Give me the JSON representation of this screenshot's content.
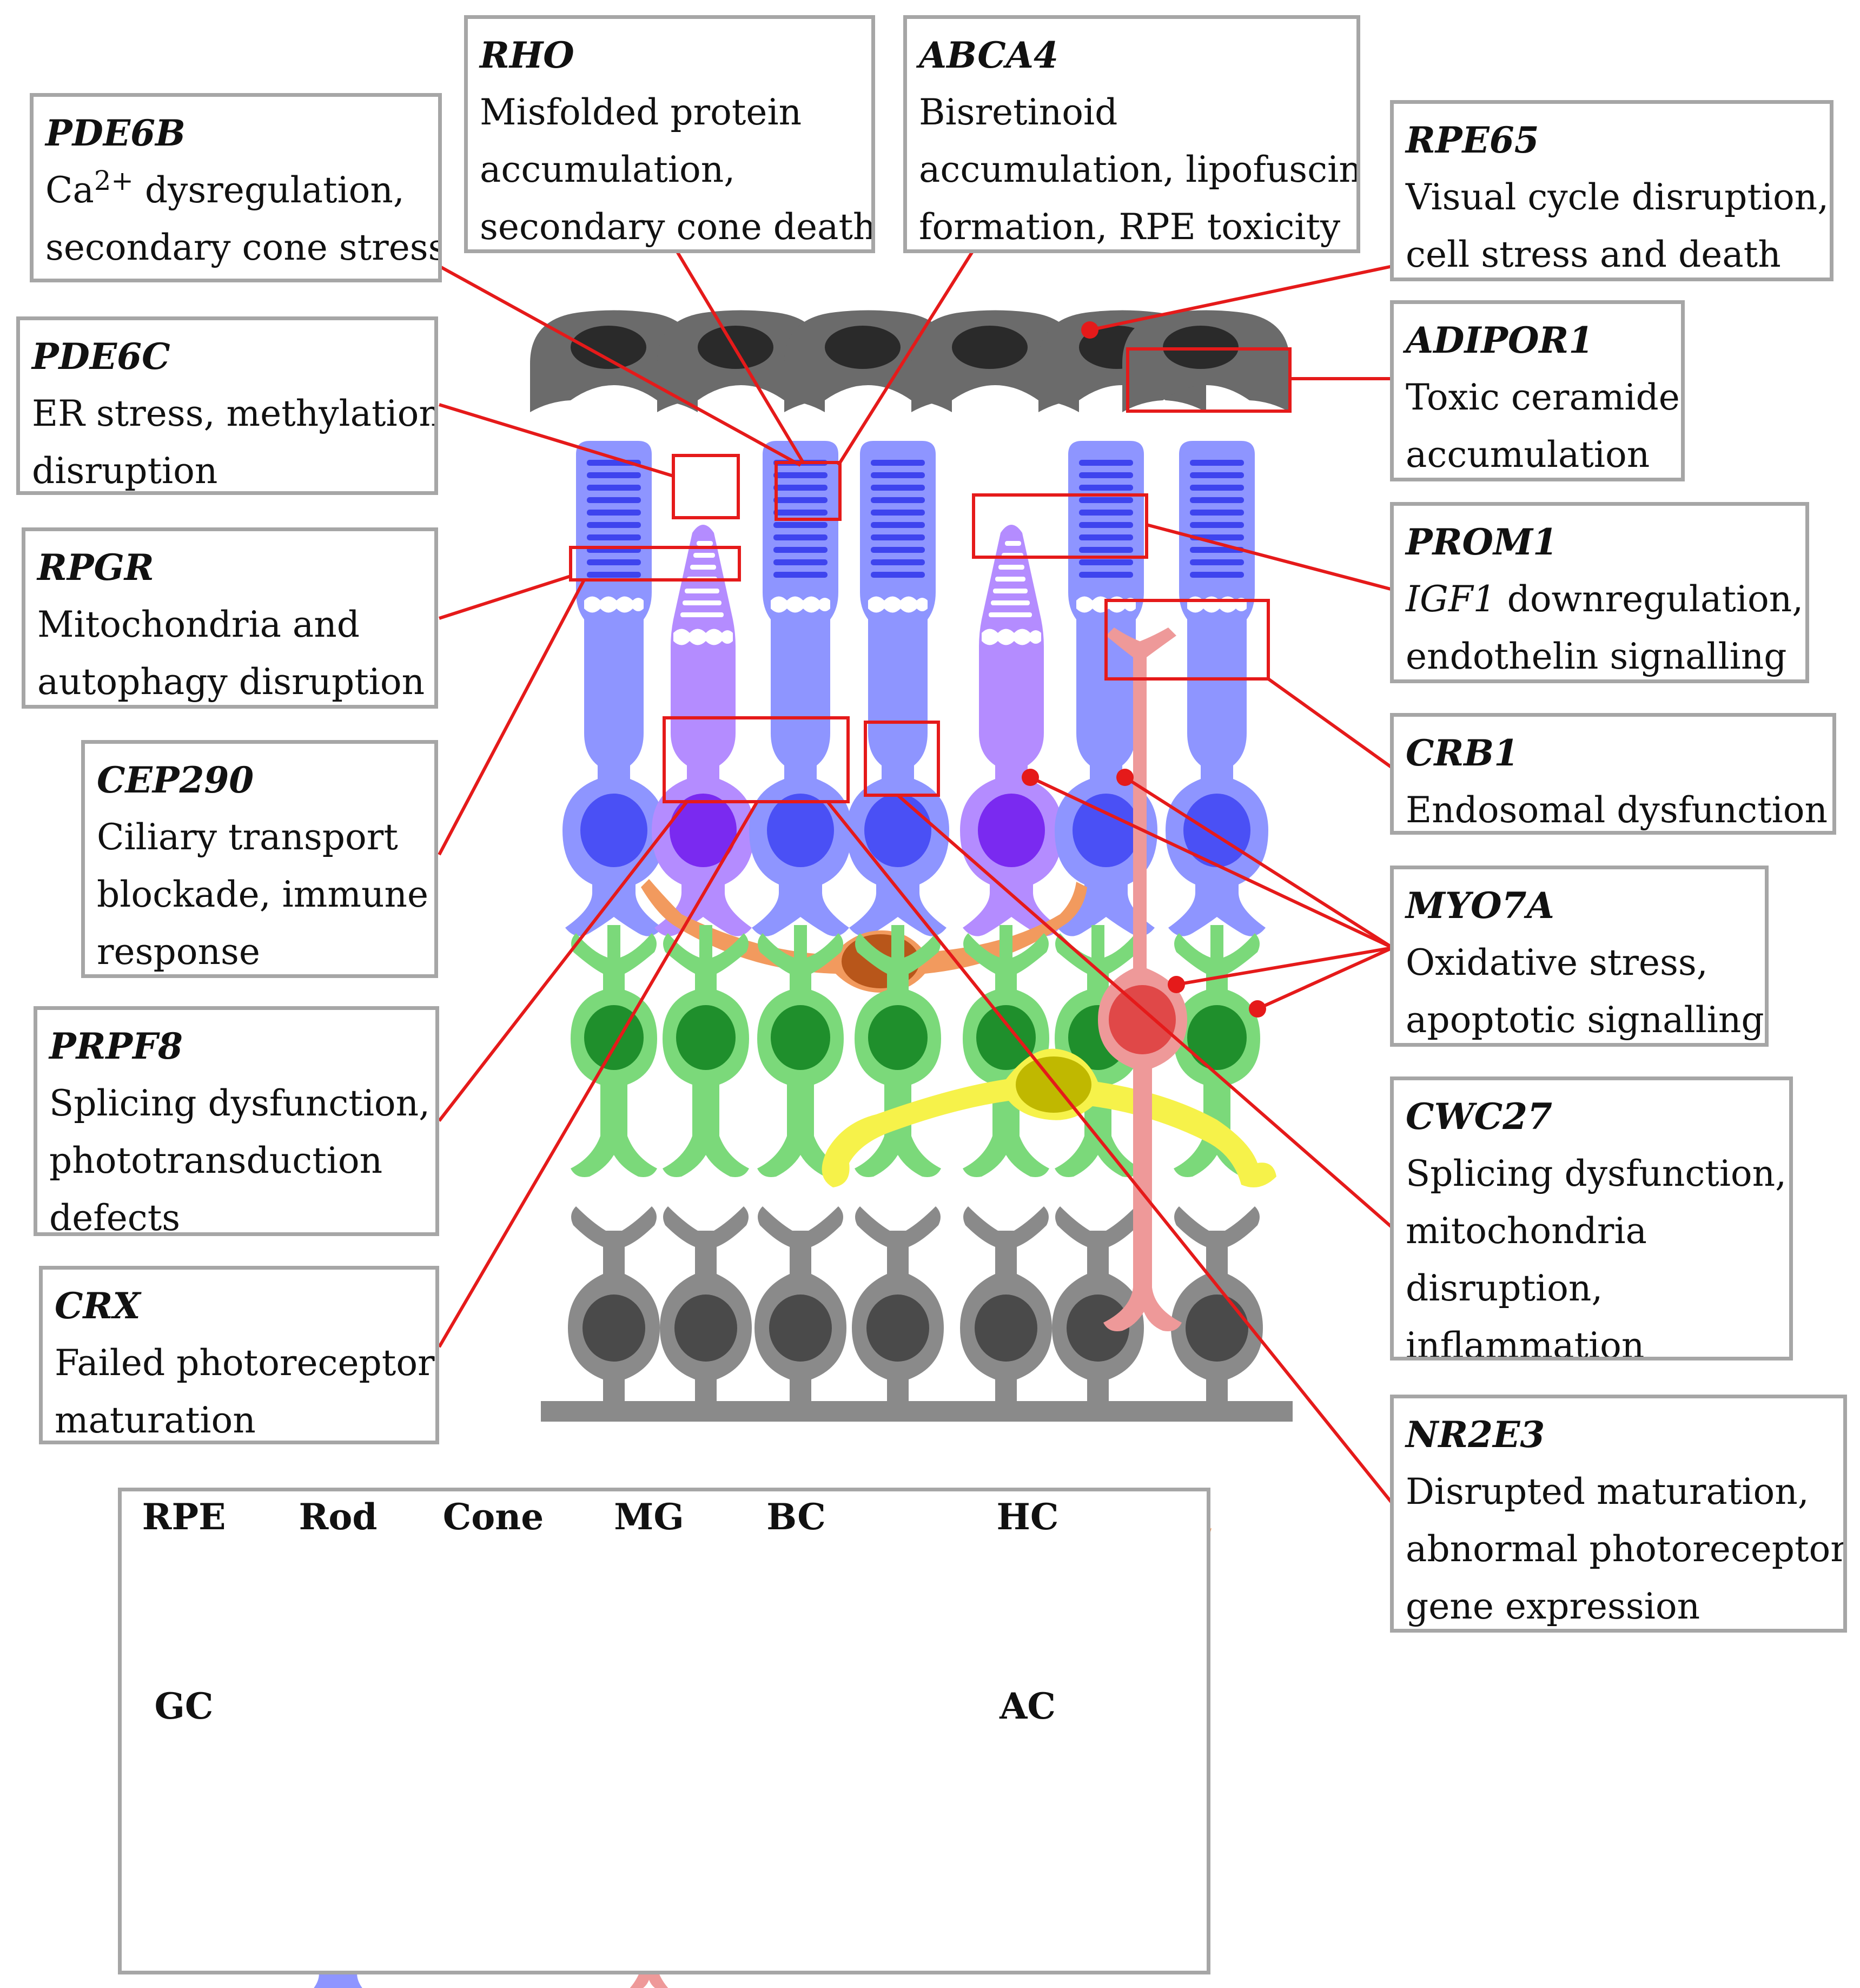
{
  "callouts": {
    "pde6b": {
      "gene": "PDE6B",
      "l1_pre": "Ca",
      "l1_sup": "2+",
      "l1_post": " dysregulation,",
      "l2": "secondary cone stress"
    },
    "rho": {
      "gene": "RHO",
      "l1": "Misfolded protein",
      "l2": "accumulation,",
      "l3": "secondary cone death"
    },
    "abca4": {
      "gene": "ABCA4",
      "l1": "Bisretinoid",
      "l2": "accumulation, lipofuscin",
      "l3": "formation, RPE toxicity"
    },
    "rpe65": {
      "gene": "RPE65",
      "l1": "Visual cycle disruption,",
      "l2": "cell stress and death"
    },
    "pde6c": {
      "gene": "PDE6C",
      "l1": "ER stress, methylation",
      "l2": "disruption"
    },
    "adipor1": {
      "gene": "ADIPOR1",
      "l1": "Toxic ceramide",
      "l2": "accumulation"
    },
    "rpgr": {
      "gene": "RPGR",
      "l1": "Mitochondria and",
      "l2": "autophagy disruption"
    },
    "prom1": {
      "gene": "PROM1",
      "l1_gene": "IGF1",
      "l1_post": " downregulation,",
      "l2": "endothelin signalling"
    },
    "cep290": {
      "gene": "CEP290",
      "l1": "Ciliary transport",
      "l2": "blockade, immune",
      "l3": "response"
    },
    "crb1": {
      "gene": "CRB1",
      "l1": "Endosomal dysfunction"
    },
    "myo7a": {
      "gene": "MYO7A",
      "l1": "Oxidative stress,",
      "l2": "apoptotic signalling"
    },
    "prpf8": {
      "gene": "PRPF8",
      "l1": "Splicing dysfunction,",
      "l2": "phototransduction",
      "l3": "defects"
    },
    "cwc27": {
      "gene": "CWC27",
      "l1": "Splicing dysfunction,",
      "l2": "mitochondria",
      "l3": "disruption,",
      "l4": "inflammation"
    },
    "crx": {
      "gene": "CRX",
      "l1": "Failed photoreceptor",
      "l2": "maturation"
    },
    "nr2e3": {
      "gene": "NR2E3",
      "l1": "Disrupted maturation,",
      "l2": "abnormal photoreceptor",
      "l3": "gene expression"
    }
  },
  "legend": {
    "rpe": "RPE",
    "rod": "Rod",
    "cone": "Cone",
    "mg": "MG",
    "bc": "BC",
    "hc": "HC",
    "gc": "GC",
    "ac": "AC"
  },
  "colors": {
    "rpe": "#6b6b6b",
    "rpe_nucleus": "#2a2a2a",
    "rod": "#8e95ff",
    "rod_nucleus": "#4a50f5",
    "rod_disc": "#3e44ee",
    "cone": "#b48cff",
    "cone_nucleus": "#7a2af0",
    "bc": "#7bd97a",
    "bc_nucleus": "#1f8f2c",
    "hc": "#f29a5e",
    "hc_nucleus": "#b8561a",
    "ac": "#f6f24a",
    "ac_nucleus": "#c0b800",
    "mg": "#ee9999",
    "mg_nucleus": "#e04848",
    "gc": "#8a8a8a",
    "gc_nucleus": "#4a4a4a",
    "highlight": "#e51a1a",
    "box_border": "#a6a6a6"
  }
}
